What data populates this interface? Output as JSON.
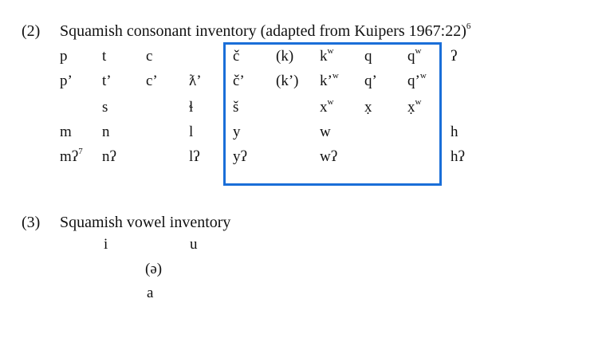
{
  "example2": {
    "number": "(2)",
    "title": "Squamish consonant inventory (adapted from Kuipers 1967:22)",
    "footnote": "6",
    "rows": [
      [
        [
          "p"
        ],
        [
          "t"
        ],
        [
          "c"
        ],
        [
          ""
        ],
        [
          "č"
        ],
        [
          "(k)"
        ],
        [
          "k",
          "w"
        ],
        [
          "q"
        ],
        [
          "q",
          "w"
        ],
        [
          "ʔ"
        ]
      ],
      [
        [
          "p’"
        ],
        [
          "t’"
        ],
        [
          "c’"
        ],
        [
          "ƛ’"
        ],
        [
          "č’"
        ],
        [
          "(k’)"
        ],
        [
          "k’",
          "w"
        ],
        [
          "q’"
        ],
        [
          "q’",
          "w"
        ],
        [
          ""
        ]
      ],
      [
        [
          ""
        ],
        [
          "s"
        ],
        [
          ""
        ],
        [
          "ɬ"
        ],
        [
          "š"
        ],
        [
          ""
        ],
        [
          "x",
          "w"
        ],
        [
          "x̣"
        ],
        [
          "x̣",
          "w"
        ],
        [
          ""
        ]
      ],
      [
        [
          "m"
        ],
        [
          "n"
        ],
        [
          ""
        ],
        [
          "l"
        ],
        [
          "y"
        ],
        [
          ""
        ],
        [
          "w"
        ],
        [
          ""
        ],
        [
          ""
        ],
        [
          "h"
        ]
      ],
      [
        [
          "mʔ",
          "7"
        ],
        [
          "nʔ"
        ],
        [
          ""
        ],
        [
          "lʔ"
        ],
        [
          "yʔ"
        ],
        [
          ""
        ],
        [
          "wʔ"
        ],
        [
          ""
        ],
        [
          ""
        ],
        [
          "hʔ"
        ]
      ]
    ],
    "highlight_color": "#1a6ed8"
  },
  "example3": {
    "number": "(3)",
    "title": "Squamish vowel inventory",
    "vowels": {
      "i": "i",
      "u": "u",
      "schwa": "(ə)",
      "a": "a"
    }
  }
}
